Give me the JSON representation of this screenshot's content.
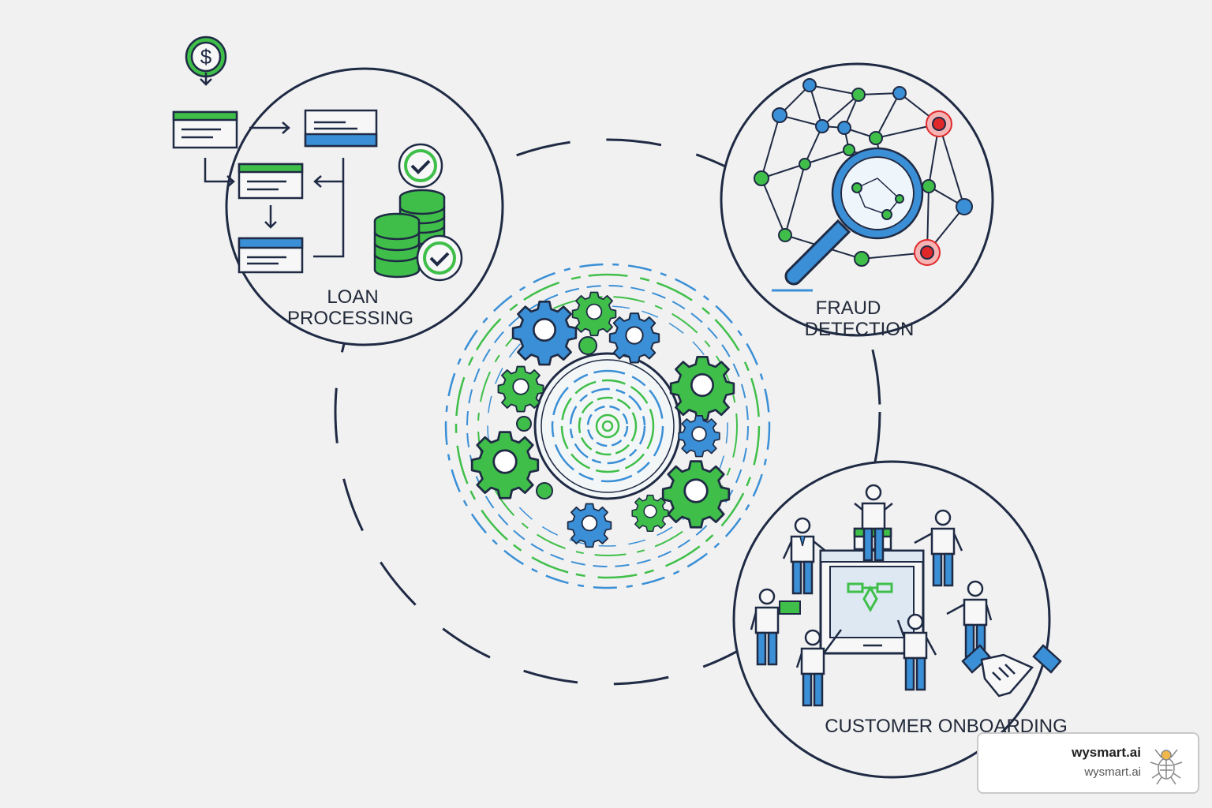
{
  "labels": {
    "loan_line1": "LOAN",
    "loan_line2": "PROCESSING",
    "fraud_line1": "FRAUD",
    "fraud_line2": "DETECTION",
    "onboarding": "CUSTOMER ONBOARDING"
  },
  "icons": {
    "dollar": "$"
  },
  "watermark": {
    "title": "wysmart.ai",
    "subtitle": "wysmart.ai",
    "logo": "spider-logo-icon"
  },
  "colors": {
    "outline": "#1f2a44",
    "green": "#3fbf4a",
    "blue": "#3a8fd6",
    "red": "#e0282b",
    "background": "#f1f1f1"
  }
}
